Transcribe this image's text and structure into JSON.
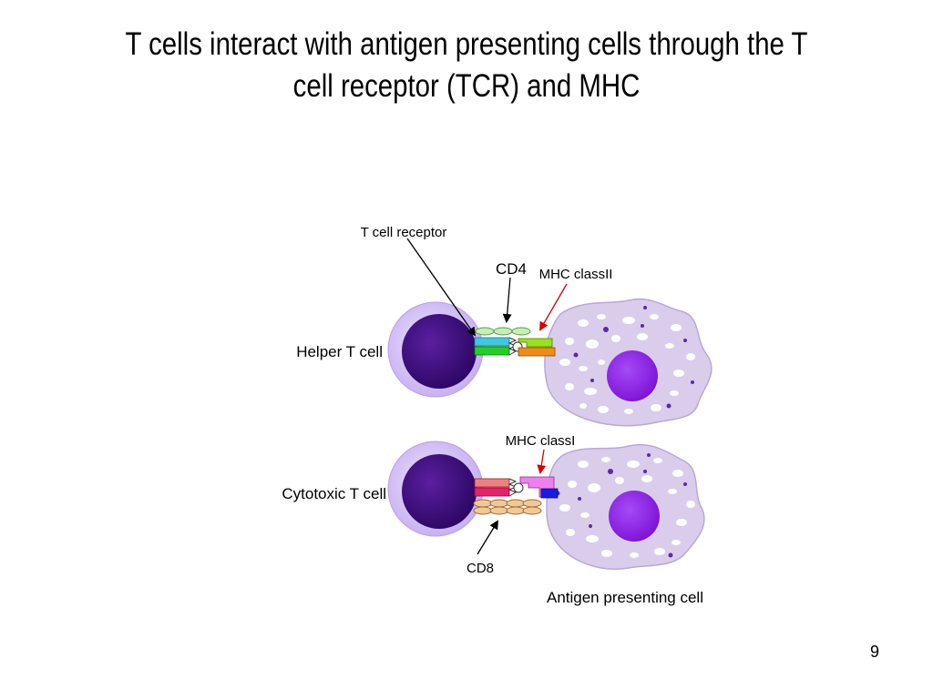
{
  "slide": {
    "title_line1": "T cells interact with antigen presenting cells through the T",
    "title_line2": "cell receptor (TCR) and MHC",
    "page_number": "9"
  },
  "diagram": {
    "labels": {
      "t_cell_receptor": "T cell receptor",
      "cd4": "CD4",
      "mhc_class_ii": "MHC classII",
      "helper_t_cell": "Helper T cell",
      "mhc_class_i": "MHC classI",
      "cytotoxic_t_cell": "Cytotoxic T cell",
      "cd8": "CD8",
      "antigen_presenting_cell": "Antigen presenting cell"
    },
    "colors": {
      "t_cell_nucleus": "#3a0a7a",
      "t_cell_halo": "#c9b3f0",
      "apc_body": "#d9cdeb",
      "apc_nucleus": "#8a1ae6",
      "tcr_helper_top": "#40c8e0",
      "tcr_helper_bottom": "#22d022",
      "mhc_ii_top": "#9ae21a",
      "mhc_ii_bottom": "#f08c1a",
      "cd4": "#cdebb5",
      "tcr_cytotoxic_top": "#f08080",
      "tcr_cytotoxic_bottom": "#e8226a",
      "mhc_i": "#ee80ee",
      "mhc_i_b2m": "#1a1ae0",
      "cd8": "#f2c898",
      "arrow_black": "#000000",
      "arrow_red": "#dd0000"
    }
  }
}
